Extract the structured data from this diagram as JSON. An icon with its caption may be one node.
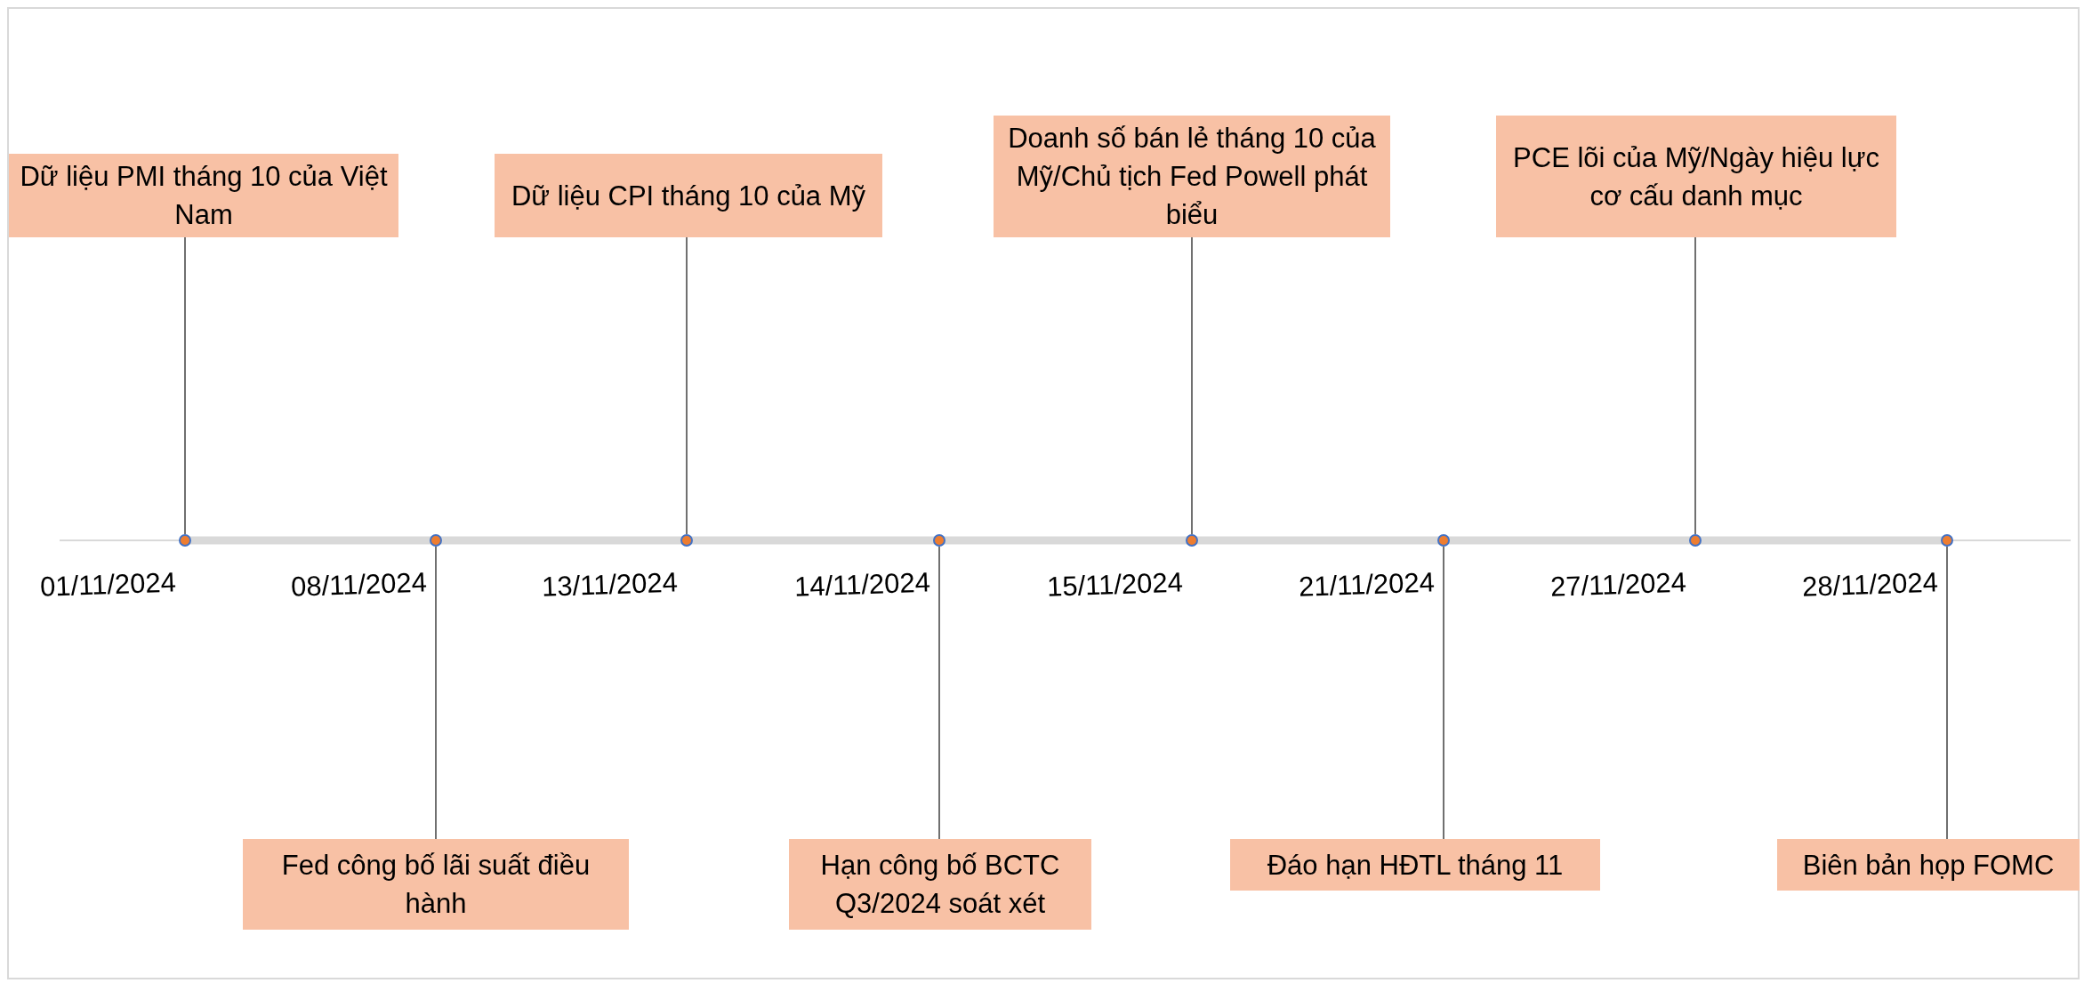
{
  "diagram": {
    "nodes": [
      {
        "text": [
          "Dữ liệu PMI tháng 10 của Việt Nam"
        ]
      },
      {
        "text": [
          "Dữ liệu CPI tháng 10 của Mỹ"
        ]
      },
      {
        "text": [
          "Doanh số bán lẻ tháng 10 của Mỹ/Chủ tịch Fed Powell phát biểu"
        ]
      },
      {
        "text": [
          "PCE lõi của Mỹ/Ngày hiệu lực cơ cấu danh mục"
        ]
      },
      {
        "text": [],
        "shape": "circle",
        "beside": [
          "01/11/2024"
        ]
      },
      {
        "text": [],
        "shape": "circle",
        "beside": [
          "08/11/2024"
        ]
      },
      {
        "text": [],
        "shape": "circle",
        "beside": [
          "13/11/2024"
        ]
      },
      {
        "text": [],
        "shape": "circle",
        "beside": [
          "14/11/2024"
        ]
      },
      {
        "text": [],
        "shape": "circle",
        "beside": [
          "15/11/2024"
        ]
      },
      {
        "text": [],
        "shape": "circle",
        "beside": [
          "21/11/2024"
        ]
      },
      {
        "text": [],
        "shape": "circle",
        "beside": [
          "27/11/2024"
        ]
      },
      {
        "text": [],
        "shape": "circle",
        "beside": [
          "28/11/2024"
        ]
      },
      {
        "text": [
          "Fed công bố lãi suất điều hành"
        ]
      },
      {
        "text": [
          "Hạn công bố BCTC Q3/2024 soát xét"
        ]
      },
      {
        "text": [
          "Đáo hạn HĐTL tháng 11"
        ]
      },
      {
        "text": [
          "Biên bản họp FOMC"
        ]
      }
    ],
    "edges": [
      {
        "from": 0,
        "to": 4,
        "arrow": "none"
      },
      {
        "from": 1,
        "to": 6,
        "arrow": "none"
      },
      {
        "from": 2,
        "to": 8,
        "arrow": "none"
      },
      {
        "from": 3,
        "to": 10,
        "arrow": "none"
      },
      {
        "from": 5,
        "to": 12,
        "arrow": "none"
      },
      {
        "from": 7,
        "to": 13,
        "arrow": "none"
      },
      {
        "from": 9,
        "to": 14,
        "arrow": "none"
      },
      {
        "from": 11,
        "to": 15,
        "arrow": "none"
      }
    ]
  }
}
